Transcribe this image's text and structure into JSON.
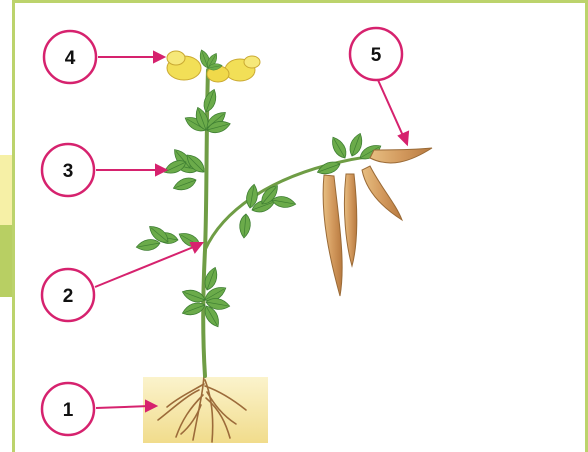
{
  "labels": [
    "1",
    "2",
    "3",
    "4",
    "5"
  ],
  "colors": {
    "callout": "#d6226e",
    "frame": "#bcd36c",
    "tab_top": "#f6f0a6",
    "tab_bottom": "#b8cf63",
    "leaf": "#6bab4a",
    "leaf_dark": "#3d7d35",
    "stem": "#6f9d45",
    "soil": "#f6e7a8",
    "root": "#9c6b3a",
    "flower": "#f2df57",
    "pod": "#d2a067"
  }
}
